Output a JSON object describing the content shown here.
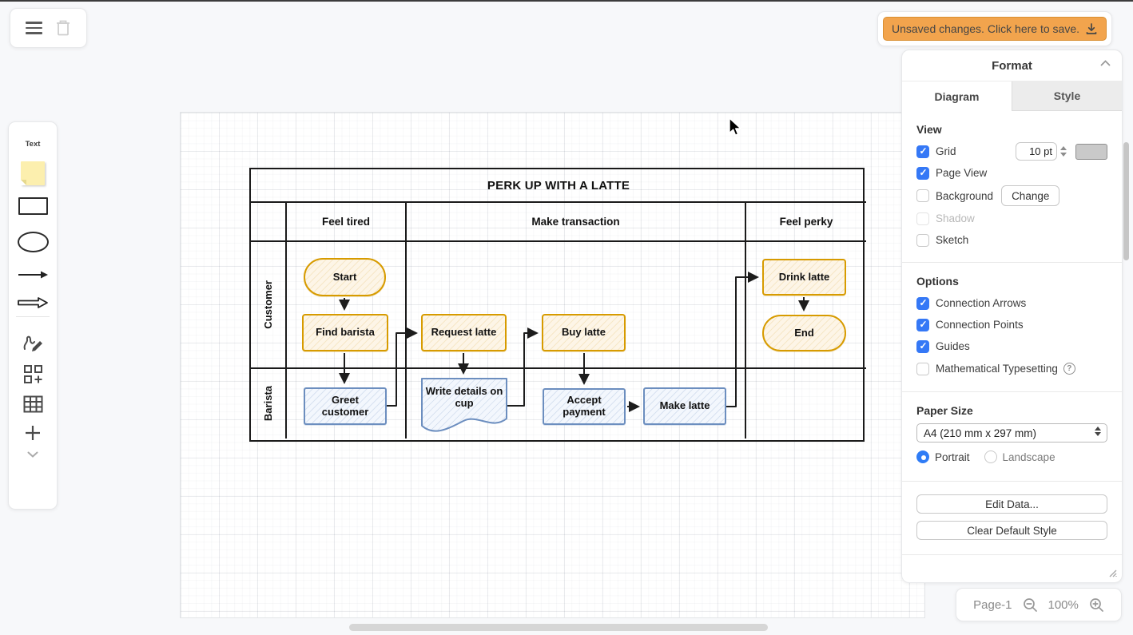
{
  "window": {
    "unsaved_banner": "Unsaved changes. Click here to save."
  },
  "shape_palette": {
    "text_label": "Text"
  },
  "format_panel": {
    "title": "Format",
    "tabs": [
      {
        "label": "Diagram",
        "active": true
      },
      {
        "label": "Style",
        "active": false
      }
    ],
    "view": {
      "heading": "View",
      "grid_label": "Grid",
      "grid_size_value": "10 pt",
      "page_view_label": "Page View",
      "background_label": "Background",
      "change_button": "Change",
      "shadow_label": "Shadow",
      "sketch_label": "Sketch"
    },
    "options": {
      "heading": "Options",
      "connection_arrows_label": "Connection Arrows",
      "connection_points_label": "Connection Points",
      "guides_label": "Guides",
      "math_typesetting_label": "Mathematical Typesetting"
    },
    "paper": {
      "heading": "Paper Size",
      "size_value": "A4 (210 mm x 297 mm)",
      "portrait_label": "Portrait",
      "landscape_label": "Landscape"
    },
    "buttons": {
      "edit_data": "Edit Data...",
      "clear_default_style": "Clear Default Style"
    }
  },
  "status_bar": {
    "page_label": "Page-1",
    "zoom_level": "100%"
  },
  "diagram": {
    "title": "PERK UP WITH A LATTE",
    "phases": [
      "Feel tired",
      "Make transaction",
      "Feel perky"
    ],
    "lanes": [
      "Customer",
      "Barista"
    ],
    "nodes": [
      {
        "label": "Start",
        "type": "terminator",
        "lane": "Customer",
        "phase": "Feel tired"
      },
      {
        "label": "Find barista",
        "type": "process",
        "lane": "Customer",
        "phase": "Feel tired"
      },
      {
        "label": "Request latte",
        "type": "process",
        "lane": "Customer",
        "phase": "Make transaction"
      },
      {
        "label": "Buy latte",
        "type": "process",
        "lane": "Customer",
        "phase": "Make transaction"
      },
      {
        "label": "Drink latte",
        "type": "process",
        "lane": "Customer",
        "phase": "Feel perky"
      },
      {
        "label": "End",
        "type": "terminator",
        "lane": "Customer",
        "phase": "Feel perky"
      },
      {
        "label": "Greet customer",
        "type": "process",
        "lane": "Barista",
        "phase": "Feel tired"
      },
      {
        "label": "Write details on cup",
        "type": "document",
        "lane": "Barista",
        "phase": "Make transaction"
      },
      {
        "label": "Accept payment",
        "type": "process",
        "lane": "Barista",
        "phase": "Make transaction"
      },
      {
        "label": "Make latte",
        "type": "subprocess",
        "lane": "Barista",
        "phase": "Make transaction"
      }
    ],
    "edges": [
      {
        "from": "Start",
        "to": "Find barista"
      },
      {
        "from": "Find barista",
        "to": "Greet customer"
      },
      {
        "from": "Greet customer",
        "to": "Request latte"
      },
      {
        "from": "Request latte",
        "to": "Write details on cup"
      },
      {
        "from": "Write details on cup",
        "to": "Buy latte"
      },
      {
        "from": "Buy latte",
        "to": "Accept payment"
      },
      {
        "from": "Accept payment",
        "to": "Make latte"
      },
      {
        "from": "Make latte",
        "to": "Drink latte"
      },
      {
        "from": "Drink latte",
        "to": "End"
      }
    ]
  },
  "colors": {
    "accent_blue": "#3578F6",
    "banner_orange": "#F2A44D",
    "node_orange_stroke": "#D79B00",
    "node_orange_fill": "#FDF5E7",
    "node_blue_stroke": "#6C8EBF",
    "node_blue_fill": "#F3F7FD",
    "note_yellow": "#FCEFAE"
  }
}
